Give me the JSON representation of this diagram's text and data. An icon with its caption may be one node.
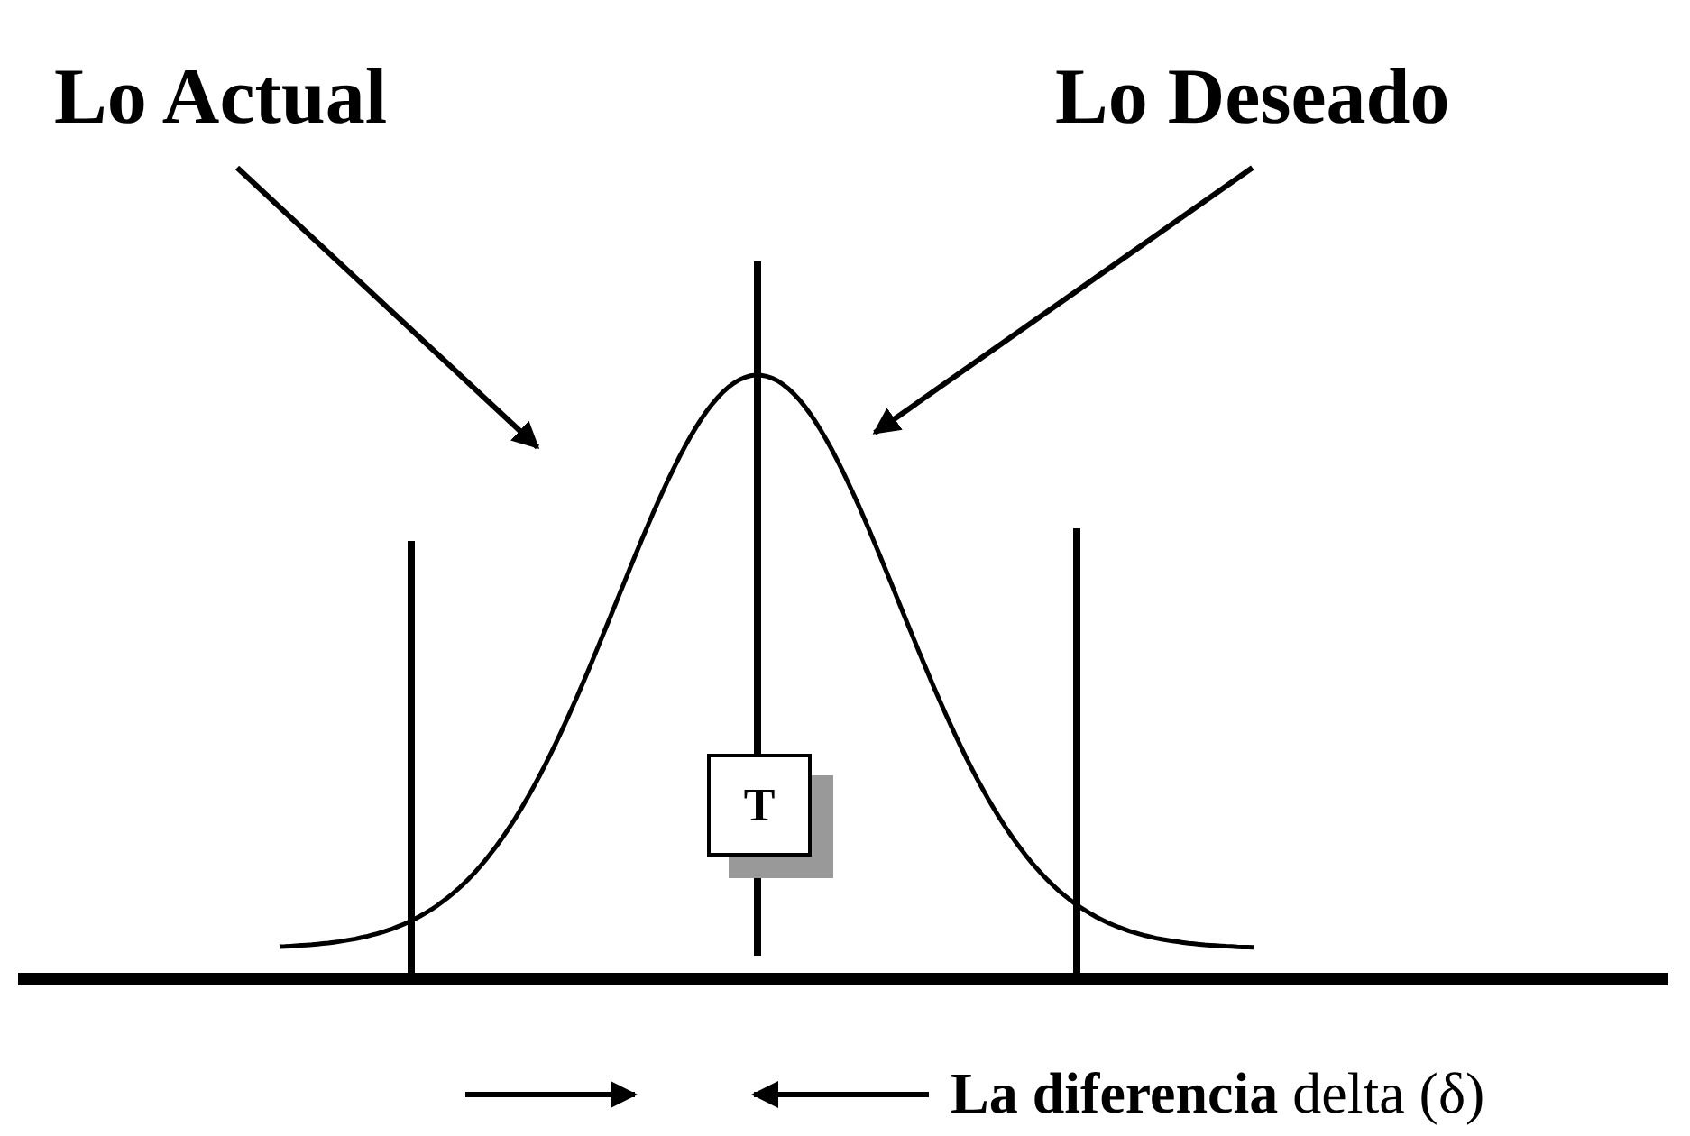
{
  "diagram": {
    "nodes": [
      {
        "text": [
          "Lo Actual"
        ]
      },
      {
        "text": [
          "Lo Deseado"
        ]
      },
      {
        "text": [
          "T"
        ]
      }
    ],
    "edges": [
      {
        "from": 0,
        "to": null,
        "arrow": "to"
      },
      {
        "from": 1,
        "to": null,
        "arrow": "to"
      }
    ],
    "labels": [
      "**La diferencia** delta (δ)"
    ]
  }
}
